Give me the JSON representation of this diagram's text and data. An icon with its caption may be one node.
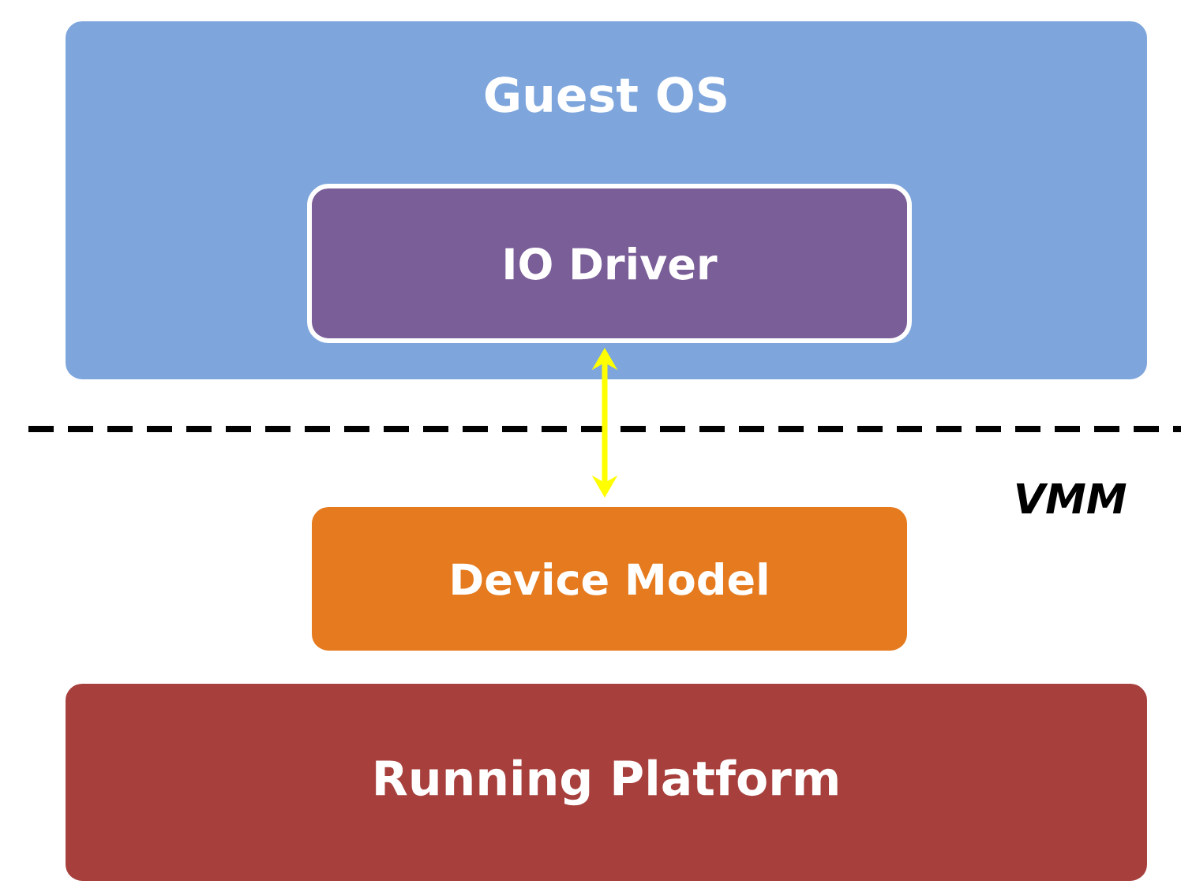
{
  "diagram": {
    "nodes": [
      {
        "text": [
          "Guest OS"
        ]
      },
      {
        "text": [
          "IO Driver"
        ],
        "in": 0
      },
      {
        "text": [
          "Device Model"
        ]
      },
      {
        "text": [
          "Running Platform"
        ]
      }
    ],
    "edges": [
      {
        "from": 1,
        "to": 2,
        "arrow": "both",
        "color": "#ffff00"
      }
    ],
    "labels": [
      "VMM"
    ]
  }
}
